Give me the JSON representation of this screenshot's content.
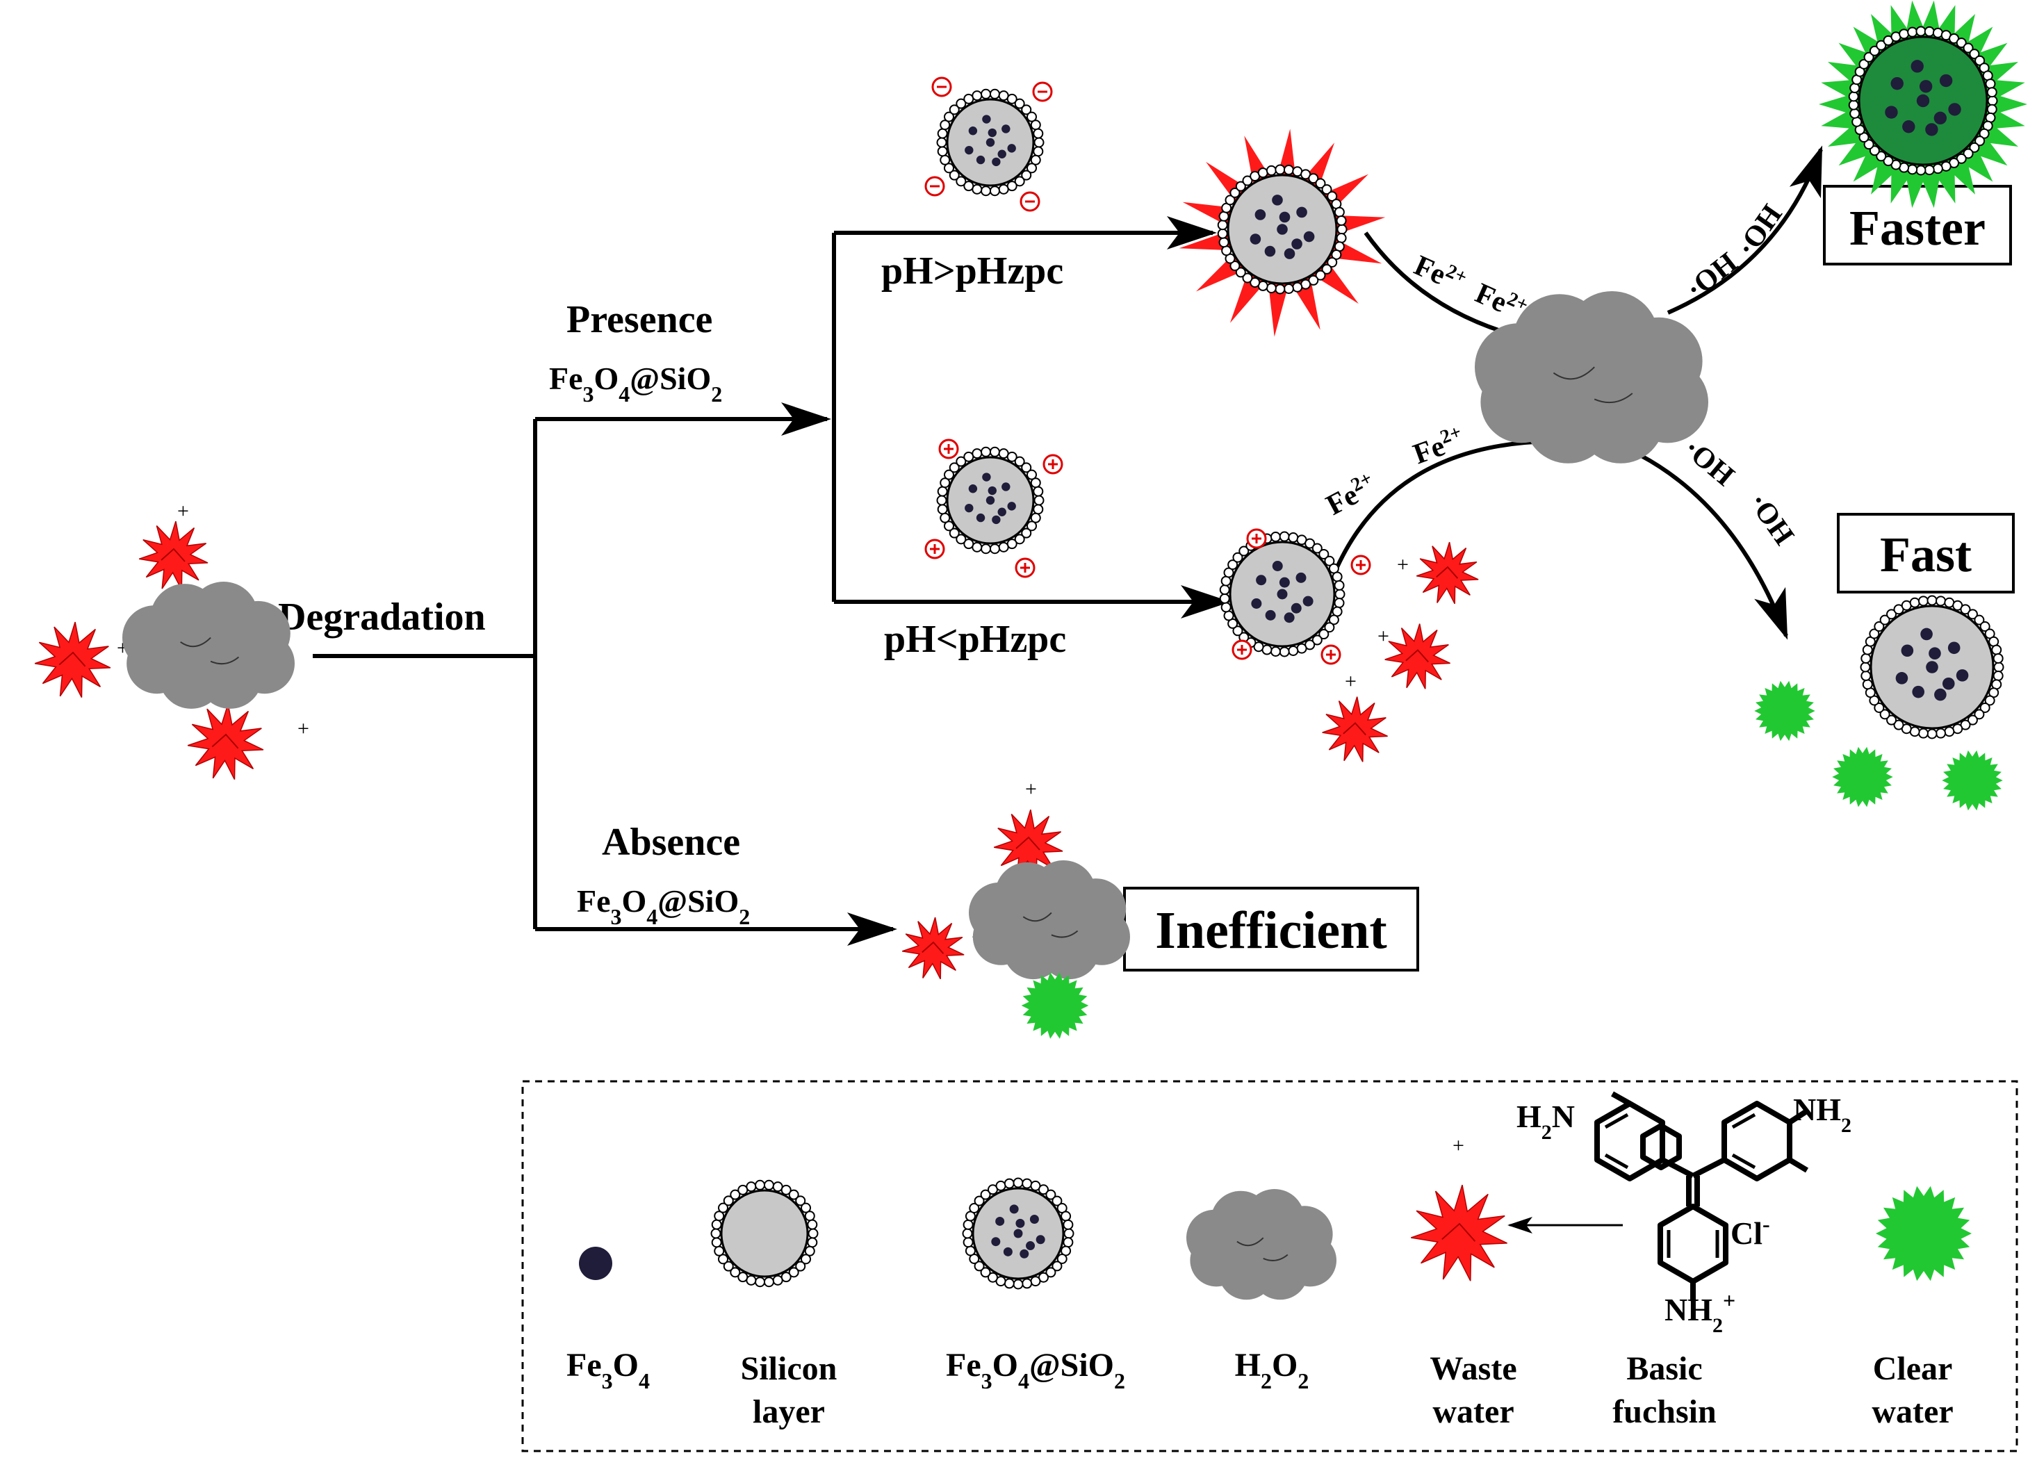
{
  "labels": {
    "degradation": "Degradation",
    "presence": "Presence",
    "absence": "Absence",
    "catalyst": {
      "p1": "Fe",
      "s1": "3",
      "p2": "O",
      "s2": "4",
      "p3": "@SiO",
      "s3": "2"
    },
    "ph_high": "pH>pHzpc",
    "ph_low": "pH<pHzpc",
    "fe_ion": {
      "base": "Fe",
      "sup": "2+"
    },
    "oh_radical": "·OH",
    "faster": "Faster",
    "fast": "Fast",
    "inefficient": "Inefficient",
    "charge_plus": "+"
  },
  "legend": {
    "items": [
      {
        "label": "Fe3O4",
        "kind": "formula",
        "parts": [
          {
            "t": "Fe"
          },
          {
            "t": "3",
            "sub": true
          },
          {
            "t": "O"
          },
          {
            "t": "4",
            "sub": true
          }
        ]
      },
      {
        "label": "Silicon layer",
        "kind": "text",
        "lines": [
          "Silicon",
          "layer"
        ]
      },
      {
        "label": "Fe3O4@SiO2",
        "kind": "formula",
        "parts": [
          {
            "t": "Fe"
          },
          {
            "t": "3",
            "sub": true
          },
          {
            "t": "O"
          },
          {
            "t": "4",
            "sub": true
          },
          {
            "t": "@SiO"
          },
          {
            "t": "2",
            "sub": true
          }
        ]
      },
      {
        "label": "H2O2",
        "kind": "formula",
        "parts": [
          {
            "t": "H"
          },
          {
            "t": "2",
            "sub": true
          },
          {
            "t": "O"
          },
          {
            "t": "2",
            "sub": true
          }
        ]
      },
      {
        "label": "Waste water",
        "kind": "text",
        "lines": [
          "Waste",
          "water"
        ]
      },
      {
        "label": "Basic fuchsin",
        "kind": "text",
        "lines": [
          "Basic",
          "fuchsin"
        ]
      },
      {
        "label": "Clear water",
        "kind": "text",
        "lines": [
          "Clear",
          "water"
        ]
      }
    ],
    "structure": {
      "h2n": {
        "base": "H",
        "sub": "2",
        "rest": "N"
      },
      "nh2_top": {
        "base": "NH",
        "sub": "2"
      },
      "cl": {
        "base": "Cl",
        "sup": "-"
      },
      "nh2_plus": {
        "base": "NH",
        "sub": "2",
        "sup": "+"
      }
    }
  },
  "colors": {
    "dye": "#ff1a1a",
    "clear_water": "#22c832",
    "h2o2": "#8a8a8a",
    "fe3o4": "#1f1d3a",
    "silica_core": "#c8c8c8",
    "charge": "#e00000"
  }
}
